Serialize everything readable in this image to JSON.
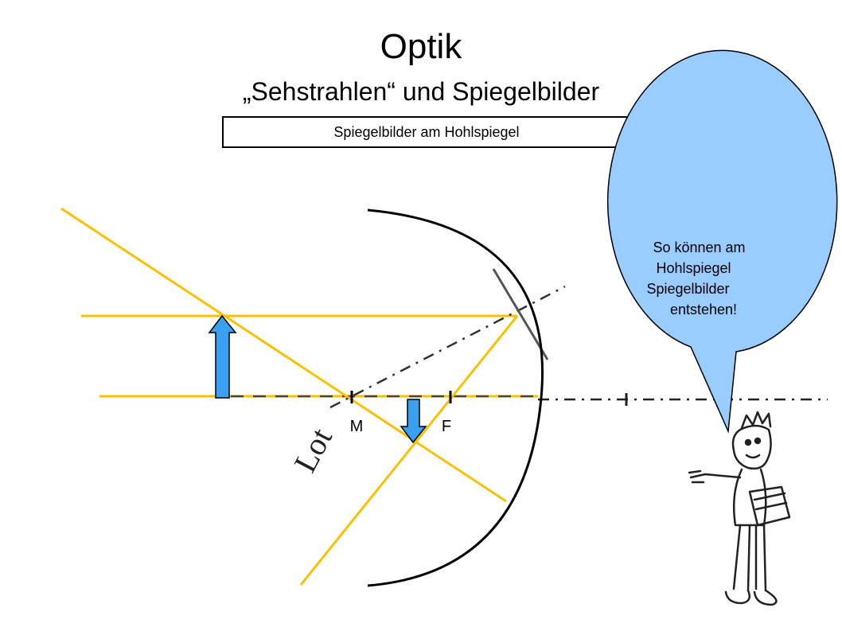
{
  "header": {
    "title": "Optik",
    "subtitle": "„Sehstrahlen“ und Spiegelbilder",
    "section_label": "Spiegelbilder am Hohlspiegel"
  },
  "diagram": {
    "lot_label": "Lot",
    "point_m_label": "M",
    "point_f_label": "F",
    "speech_bubble_lines": [
      "So können am",
      "Hohlspiegel",
      "Spiegelbilder",
      "entstehen!"
    ]
  },
  "colors": {
    "ray": "#fcc000",
    "arrow_fill": "#3aa0f0",
    "bubble_fill": "#99ccff",
    "mirror": "#000000",
    "axis": "#333333"
  },
  "icons": {
    "character": "cartoon-character-illustration"
  }
}
